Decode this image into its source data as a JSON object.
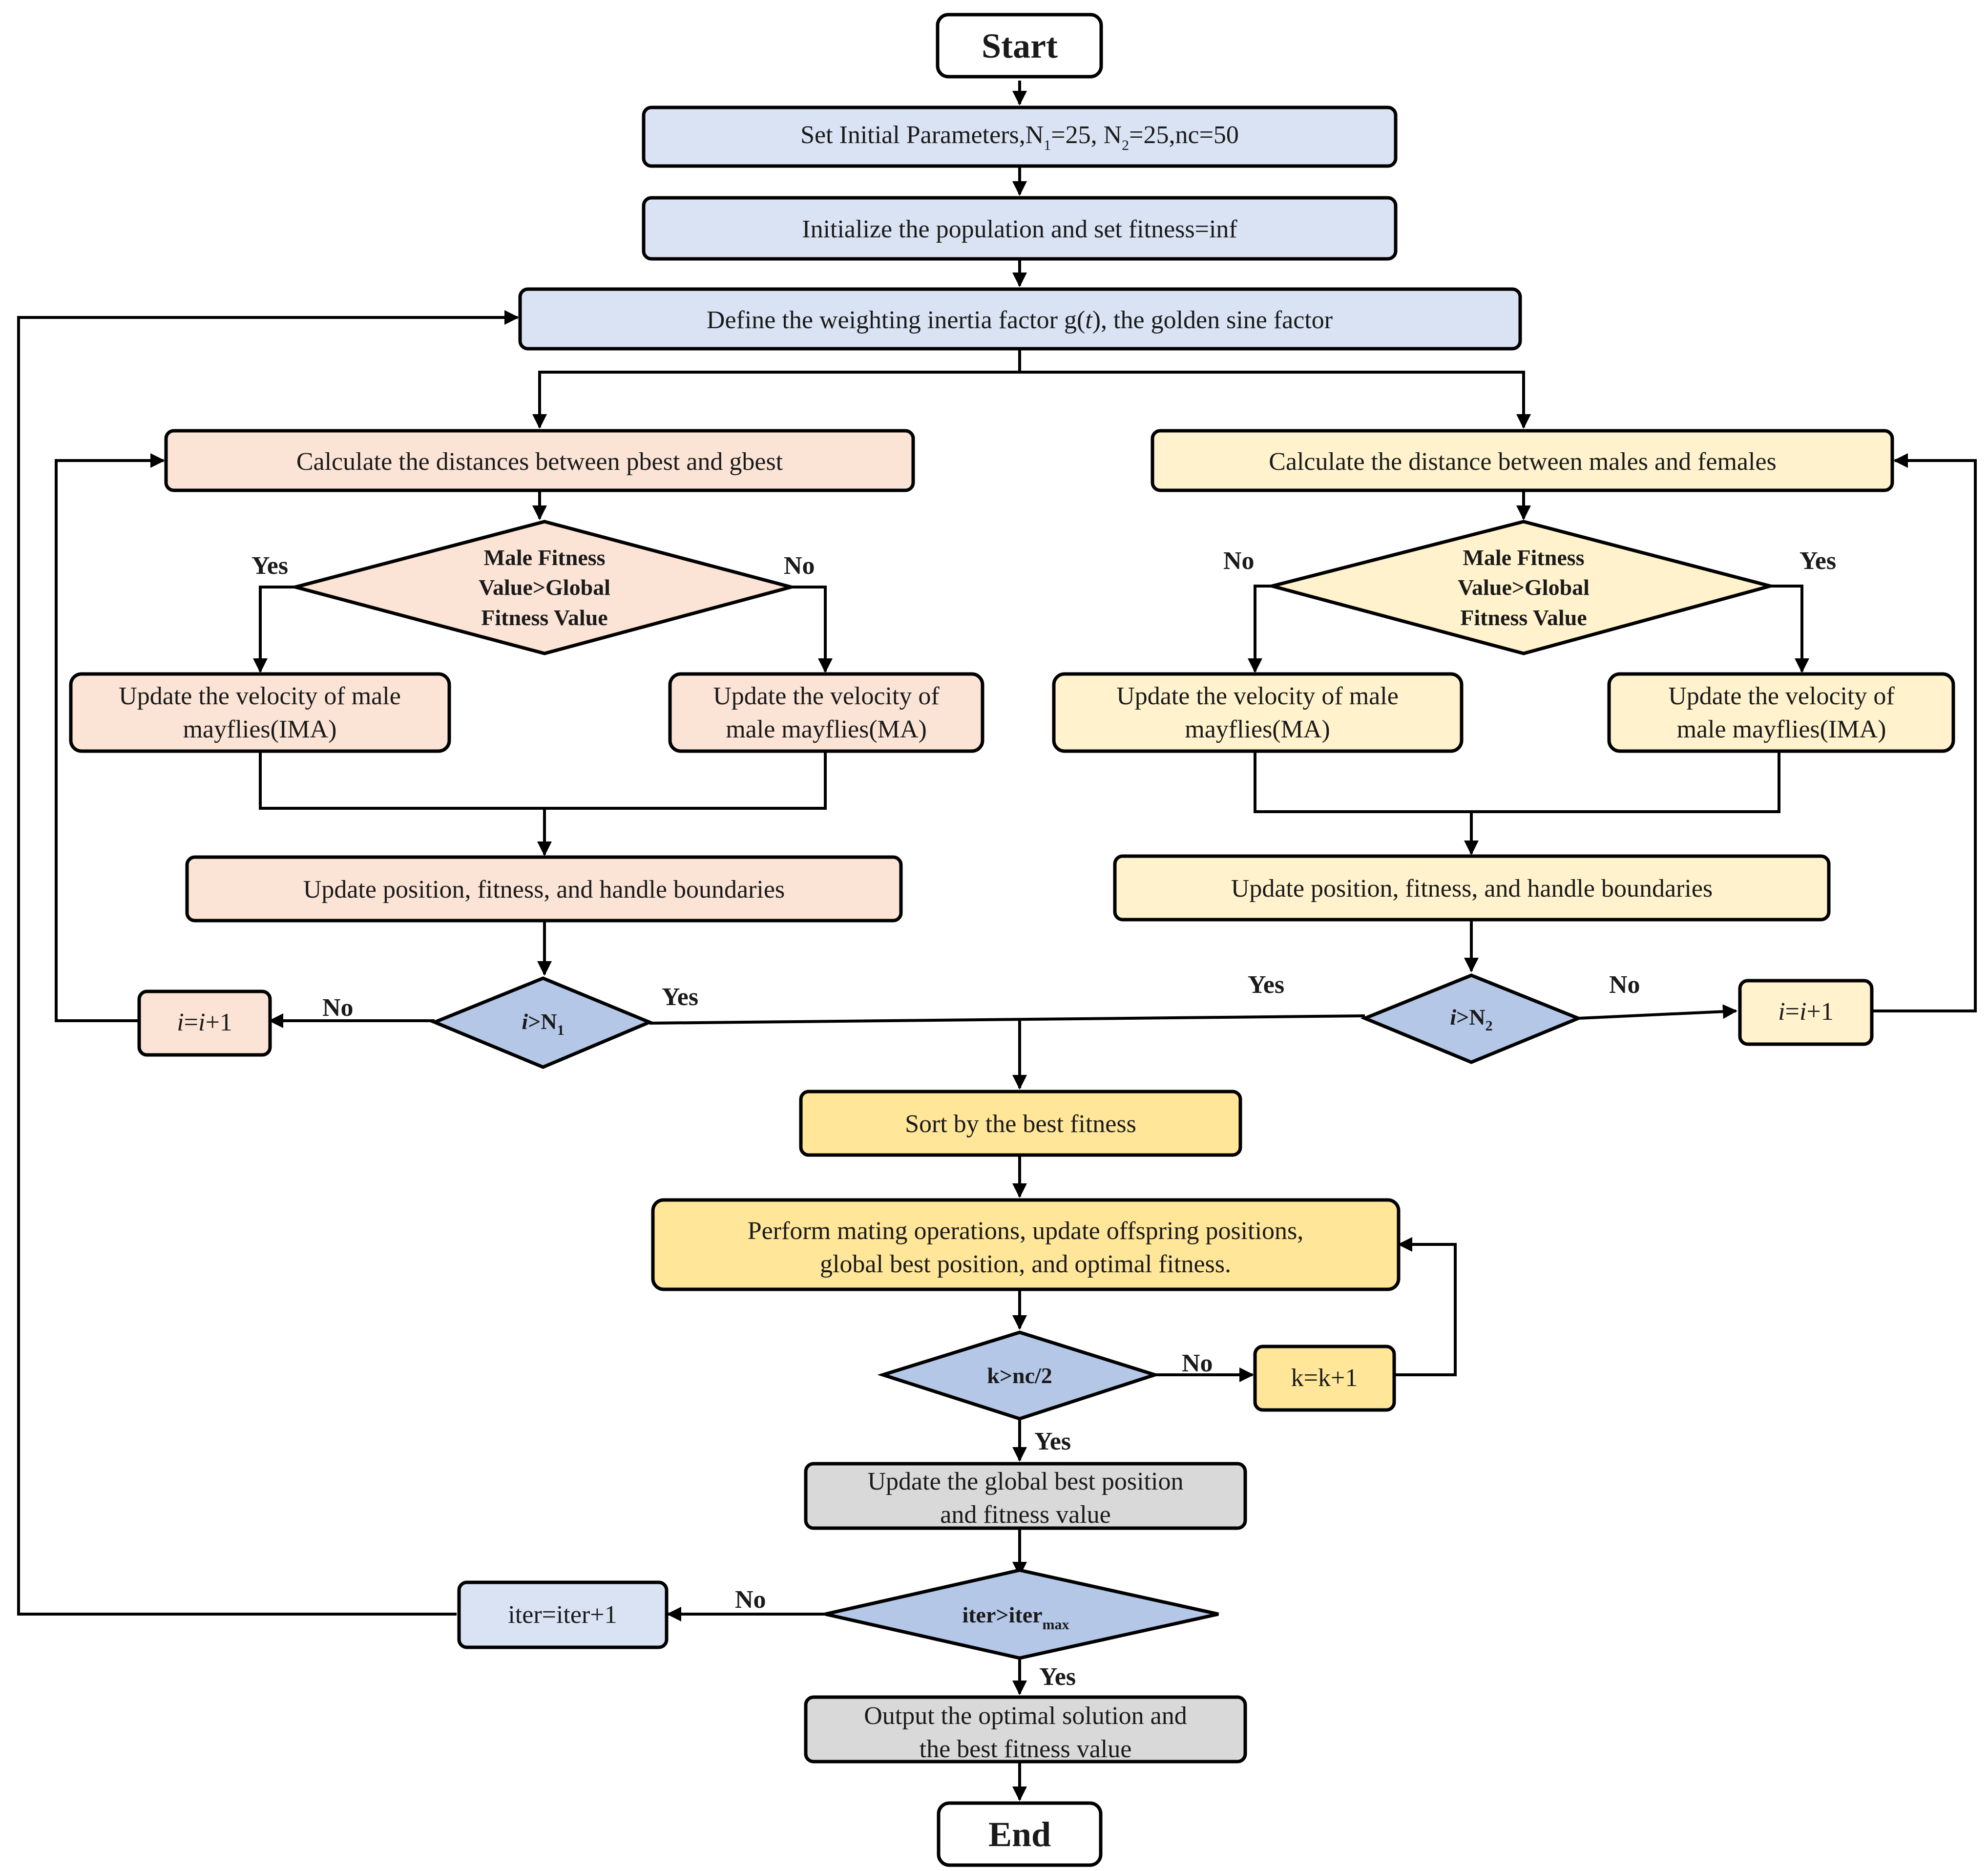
{
  "colors": {
    "blue_box": "#dae3f3",
    "peach_box": "#fbe4d6",
    "cream_box": "#fff2cc",
    "yellow_box": "#ffe699",
    "gray_box": "#d9d9d9",
    "diamond_blue": "#b4c7e7",
    "white_box": "#ffffff"
  },
  "terminals": {
    "start": "Start",
    "end": "End"
  },
  "steps": {
    "set_params": {
      "prefix": "Set Initial Parameters,N",
      "n1_sub": "1",
      "mid1": "=25, N",
      "n2_sub": "2",
      "suffix": "=25,nc=50"
    },
    "init_population": "Initialize the population and set fitness=inf",
    "define_factor": {
      "before": "Define the weighting inertia factor g(",
      "var": "t",
      "after": "), the golden sine factor"
    },
    "sort_fitness": "Sort by the best fitness",
    "mating": [
      "Perform mating operations, update offspring positions,",
      "global best position, and optimal fitness."
    ],
    "k_increment": "k=k+1",
    "update_global": [
      "Update the global best position",
      "and fitness value"
    ],
    "iter_increment": "iter=iter+1",
    "output": [
      "Output the optimal solution and",
      "the best fitness value"
    ]
  },
  "left_branch": {
    "calc": "Calculate the distances between  pbest and gbest",
    "decision": [
      "Male Fitness",
      "Value>Global",
      "Fitness Value"
    ],
    "yes_label": "Yes",
    "no_label": "No",
    "update_ima": [
      "Update the velocity of male",
      "mayflies(IMA)"
    ],
    "update_ma": [
      "Update the velocity of",
      "male mayflies(MA)"
    ],
    "position": "Update position, fitness, and handle boundaries",
    "loop_decision": {
      "var": "i",
      "op": ">N",
      "sub": "1"
    },
    "increment": {
      "var1": "i",
      "eq": "=",
      "var2": "i",
      "rest": "+1"
    },
    "loop_no": "No",
    "loop_yes": "Yes"
  },
  "right_branch": {
    "calc": "Calculate the distance between males and females",
    "decision": [
      "Male Fitness",
      "Value>Global",
      "Fitness Value"
    ],
    "no_label": "No",
    "yes_label": "Yes",
    "update_ma": [
      "Update the velocity of male",
      "mayflies(MA)"
    ],
    "update_ima": [
      "Update the velocity of",
      "male mayflies(IMA)"
    ],
    "position": "Update position, fitness, and handle boundaries",
    "loop_decision": {
      "var": "i",
      "op": ">N",
      "sub": "2"
    },
    "increment": {
      "var1": "i",
      "eq": "=",
      "var2": "i",
      "rest": "+1"
    },
    "loop_yes": "Yes",
    "loop_no": "No"
  },
  "k_decision": {
    "text": "k>nc/2",
    "no_label": "No",
    "yes_label": "Yes"
  },
  "iter_decision": {
    "text": "iter>iter",
    "sub": "max",
    "no_label": "No",
    "yes_label": "Yes"
  }
}
